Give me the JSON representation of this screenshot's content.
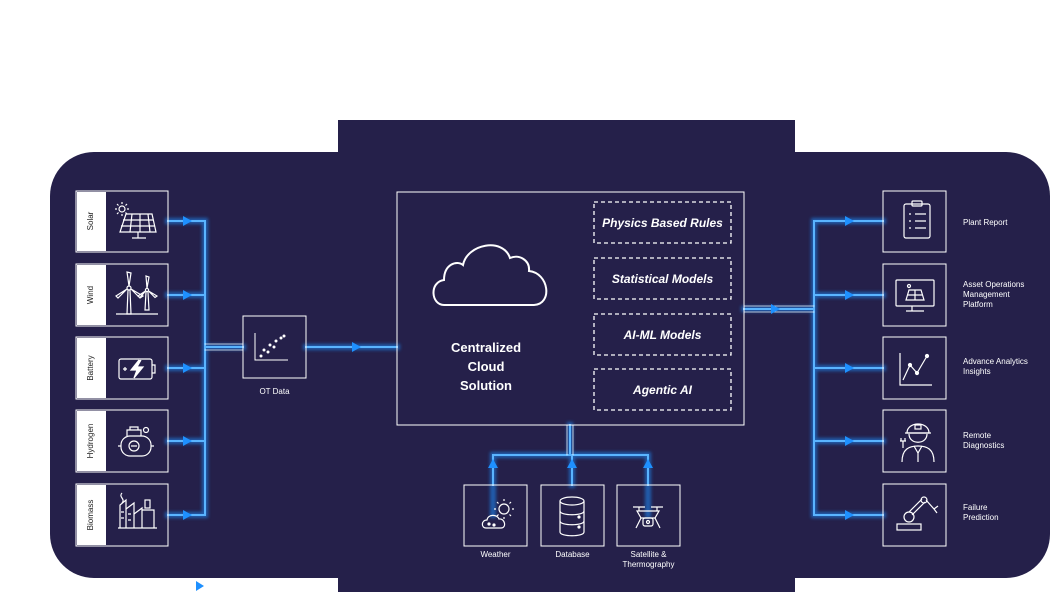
{
  "sources": [
    {
      "label": "Solar",
      "icon": "solar-panel-icon"
    },
    {
      "label": "Wind",
      "icon": "wind-turbine-icon"
    },
    {
      "label": "Battery",
      "icon": "battery-icon"
    },
    {
      "label": "Hydrogen",
      "icon": "hydrogen-icon"
    },
    {
      "label": "Biomass",
      "icon": "biomass-plant-icon"
    }
  ],
  "ot_data": {
    "label": "OT Data",
    "icon": "scatter-chart-icon"
  },
  "hub": {
    "title": "Centralized Cloud Solution",
    "title_lines": [
      "Centralized",
      "Cloud",
      "Solution"
    ],
    "icon": "cloud-icon",
    "methods": [
      "Physics Based Rules",
      "Statistical Models",
      "AI-ML Models",
      "Agentic AI"
    ]
  },
  "inputs": [
    {
      "label": "Weather",
      "icon": "weather-icon"
    },
    {
      "label": "Database",
      "icon": "database-icon"
    },
    {
      "label": "Satellite & Thermography",
      "label_lines": [
        "Satellite &",
        "Thermography"
      ],
      "icon": "drone-icon"
    }
  ],
  "outputs": [
    {
      "label": "Plant Report",
      "label_lines": [
        "Plant Report"
      ],
      "icon": "clipboard-icon"
    },
    {
      "label": "Asset Operations Management Platform",
      "label_lines": [
        "Asset Operations",
        "Management",
        "Platform"
      ],
      "icon": "monitor-icon"
    },
    {
      "label": "Advance Analytics Insights",
      "label_lines": [
        "Advance Analytics",
        "Insights"
      ],
      "icon": "line-chart-icon"
    },
    {
      "label": "Remote Diagnostics",
      "label_lines": [
        "Remote",
        "Diagnostics"
      ],
      "icon": "engineer-icon"
    },
    {
      "label": "Failure Prediction",
      "label_lines": [
        "Failure",
        "Prediction"
      ],
      "icon": "robot-arm-icon"
    }
  ],
  "colors": {
    "panel": "#25204a",
    "flow": "#1e90ff",
    "flow_glow": "#5ab4ff",
    "line": "#ffffff"
  }
}
